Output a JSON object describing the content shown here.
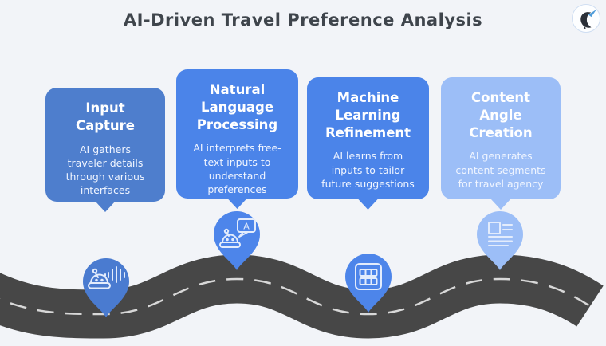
{
  "header": {
    "title": "AI-Driven Travel Preference Analysis",
    "logo_icon": "bird-logo-icon"
  },
  "palette": {
    "background": "#f2f4f8",
    "title_text": "#3f454c",
    "card_text": "#ffffff",
    "road": "#474747",
    "road_dash": "#d8d8d8",
    "step_colors": [
      "#4e7ecd",
      "#4b84e9",
      "#4b84e9",
      "#9cbef7"
    ]
  },
  "timeline": {
    "shape": "winding-road",
    "marker_style": "map-pin"
  },
  "steps": [
    {
      "title": "Input Capture",
      "description": "AI gathers traveler details through various interfaces",
      "color": "#4e7ecd",
      "icon": "robot-voice-wave-icon"
    },
    {
      "title": "Natural Language Processing",
      "description": "AI interprets free-text inputs to understand preferences",
      "color": "#4b84e9",
      "icon": "robot-chat-bubble-icon",
      "bubble_letter": "A"
    },
    {
      "title": "Machine Learning Refinement",
      "description": "AI learns from inputs to tailor future suggestions",
      "color": "#4b84e9",
      "icon": "data-grid-icon"
    },
    {
      "title": "Content Angle Creation",
      "description": "AI generates content segments for travel agency",
      "color": "#9cbef7",
      "icon": "article-layout-icon"
    }
  ]
}
